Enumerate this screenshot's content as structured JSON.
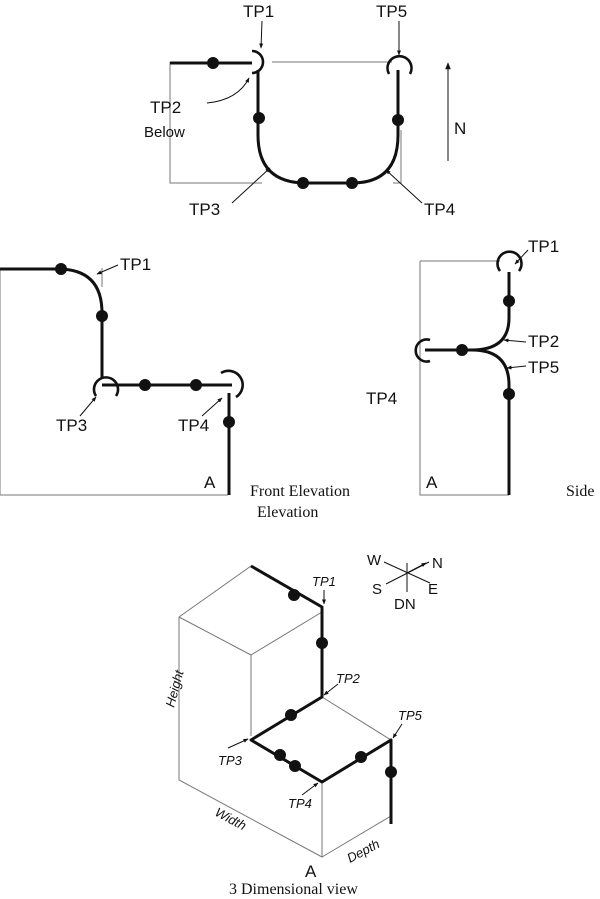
{
  "plan": {
    "tp1": "TP1",
    "tp2": "TP2",
    "tp2_note": "Below",
    "tp3": "TP3",
    "tp4": "TP4",
    "tp5": "TP5",
    "north": "N"
  },
  "front": {
    "tp1": "TP1",
    "tp3": "TP3",
    "tp4": "TP4",
    "corner": "A",
    "caption_line1": "Front Elevation",
    "caption_line2": "Elevation"
  },
  "side": {
    "tp1": "TP1",
    "tp2": "TP2",
    "tp4": "TP4",
    "tp5": "TP5",
    "corner": "A",
    "caption": "Side"
  },
  "iso": {
    "tp1": "TP1",
    "tp2": "TP2",
    "tp3": "TP3",
    "tp4": "TP4",
    "tp5": "TP5",
    "height": "Height",
    "width": "Width",
    "depth": "Depth",
    "corner": "A",
    "caption": "3 Dimensional view",
    "compass": {
      "w": "W",
      "n": "N",
      "s": "S",
      "e": "E",
      "dn": "DN"
    }
  }
}
